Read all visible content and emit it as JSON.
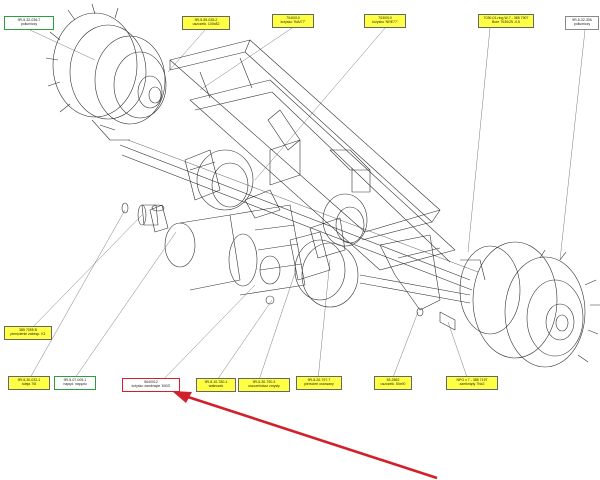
{
  "callouts": [
    {
      "id": "c1",
      "style": "green",
      "code": "9R-5-32-036-7",
      "desc": "pollumiczy"
    },
    {
      "id": "c2",
      "style": "yellow",
      "code": "9R-5-59-035-2",
      "desc": "uszczelk. 100x82"
    },
    {
      "id": "c3",
      "style": "yellow",
      "code": "7040010",
      "desc": "łożysko 'INA/77'"
    },
    {
      "id": "c4",
      "style": "yellow",
      "code": "7030010",
      "desc": "łożysko 'NRE77'"
    },
    {
      "id": "c5",
      "style": "yellow",
      "code": "7030-01-ring W-7 - 385 7907",
      "desc": "Bore 7030/25 -0,5"
    },
    {
      "id": "c6",
      "style": "plain",
      "code": "9R-5-32-306",
      "desc": "pollumiczy"
    },
    {
      "id": "c7",
      "style": "yellow",
      "code": "385 7055 B",
      "desc": "pierścienie zabezp. K1"
    },
    {
      "id": "c8",
      "style": "yellow",
      "code": "9R-5-30-032-1",
      "desc": "tuleja 7/8"
    },
    {
      "id": "c9",
      "style": "green",
      "code": "9R-5-07-005-1",
      "desc": "napęd. napędu"
    },
    {
      "id": "c10",
      "style": "red",
      "code": "5640012",
      "desc": "łożysko zamknięte '6003'"
    },
    {
      "id": "c11",
      "style": "yellow",
      "code": "9R-5-10-780-1",
      "desc": "wałeczek"
    },
    {
      "id": "c12",
      "style": "yellow",
      "code": "9R-5-30-790-3",
      "desc": "uszczelniacz zmysły"
    },
    {
      "id": "c13",
      "style": "yellow",
      "code": "9R-5-20-797-7",
      "desc": "pierścień osiowany"
    },
    {
      "id": "c14",
      "style": "yellow",
      "code": "53-3552",
      "desc": "uszczelk. 50x90"
    },
    {
      "id": "c15",
      "style": "yellow",
      "code": "NPG x 7 - 385 7197",
      "desc": "zamknięty 7Nx2"
    }
  ],
  "colors": {
    "callout_fill": "#ffff44",
    "callout_green_border": "#2e9d3f",
    "callout_red_border": "#d2202a",
    "arrow": "#d2202a",
    "line_art": "#333333"
  },
  "icons": {
    "pointer": "red-arrow-icon"
  }
}
